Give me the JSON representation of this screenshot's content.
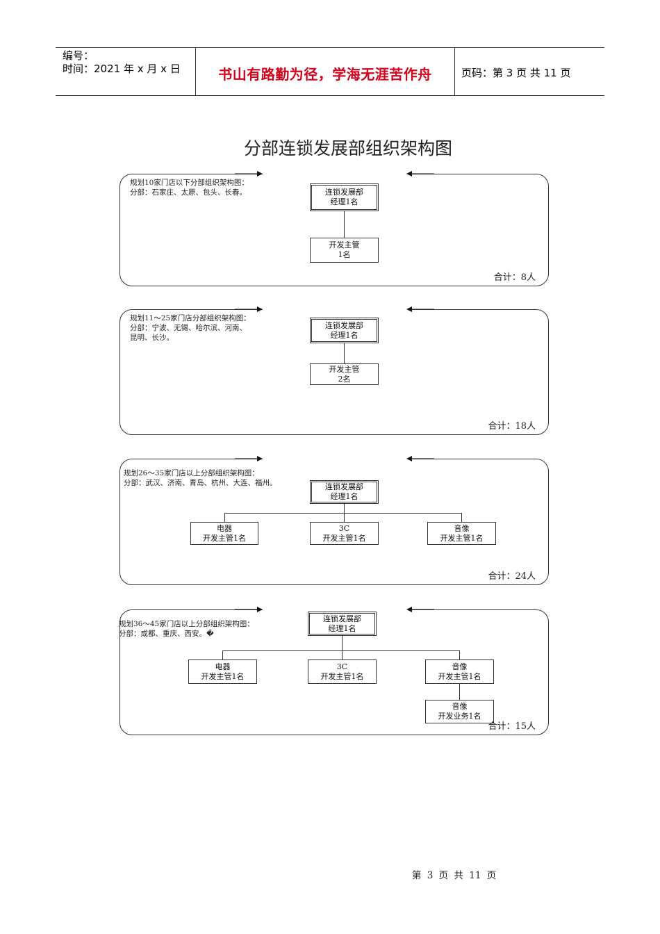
{
  "header": {
    "number_label": "编号：",
    "date_label": "时间：2021 年 x 月 x 日",
    "motto": "书山有路勤为径，学海无涯苦作舟",
    "page_label": "页码：第 3 页  共 11 页"
  },
  "title": "分部连锁发展部组织架构图",
  "panels": [
    {
      "plan": "规划10家门店以下分部组织架构图：",
      "branches_line1": "分部：石家庄、太原、包头、长春。",
      "branches_line2": "",
      "manager": [
        "连锁发展部",
        "经理1名"
      ],
      "subs": [
        [
          "开发主管",
          "1名"
        ]
      ],
      "total": "合计：8人"
    },
    {
      "plan": "规划11～25家门店分部组织架构图：",
      "branches_line1": "分部：宁波、无锡、哈尔滨、河南、",
      "branches_line2": "昆明、长沙。",
      "manager": [
        "连锁发展部",
        "经理1名"
      ],
      "subs": [
        [
          "开发主管",
          "2名"
        ]
      ],
      "total": "合计：18人"
    },
    {
      "plan": "规划26～35家门店以上分部组织架构图：",
      "branches_line1": "分部：武汉、济南、青岛、杭州、大连、福州。",
      "branches_line2": "",
      "manager": [
        "连锁发展部",
        "经理1名"
      ],
      "subs": [
        [
          "电器",
          "开发主管1名"
        ],
        [
          "3C",
          "开发主管1名"
        ],
        [
          "音像",
          "开发主管1名"
        ]
      ],
      "total": "合计：24人"
    },
    {
      "plan": "规划36～45家门店以上分部组织架构图：",
      "branches_line1": "分部：成都、重庆、西安。�",
      "branches_line2": "",
      "manager": [
        "连锁发展部",
        "经理1名"
      ],
      "subs": [
        [
          "电器",
          "开发主管1名"
        ],
        [
          "3C",
          "开发主管1名"
        ],
        [
          "音像",
          "开发主管1名"
        ]
      ],
      "extra": [
        "音像",
        "开发业务1名"
      ],
      "total": "合计：15人"
    }
  ],
  "footer": "第 3 页 共 11 页"
}
